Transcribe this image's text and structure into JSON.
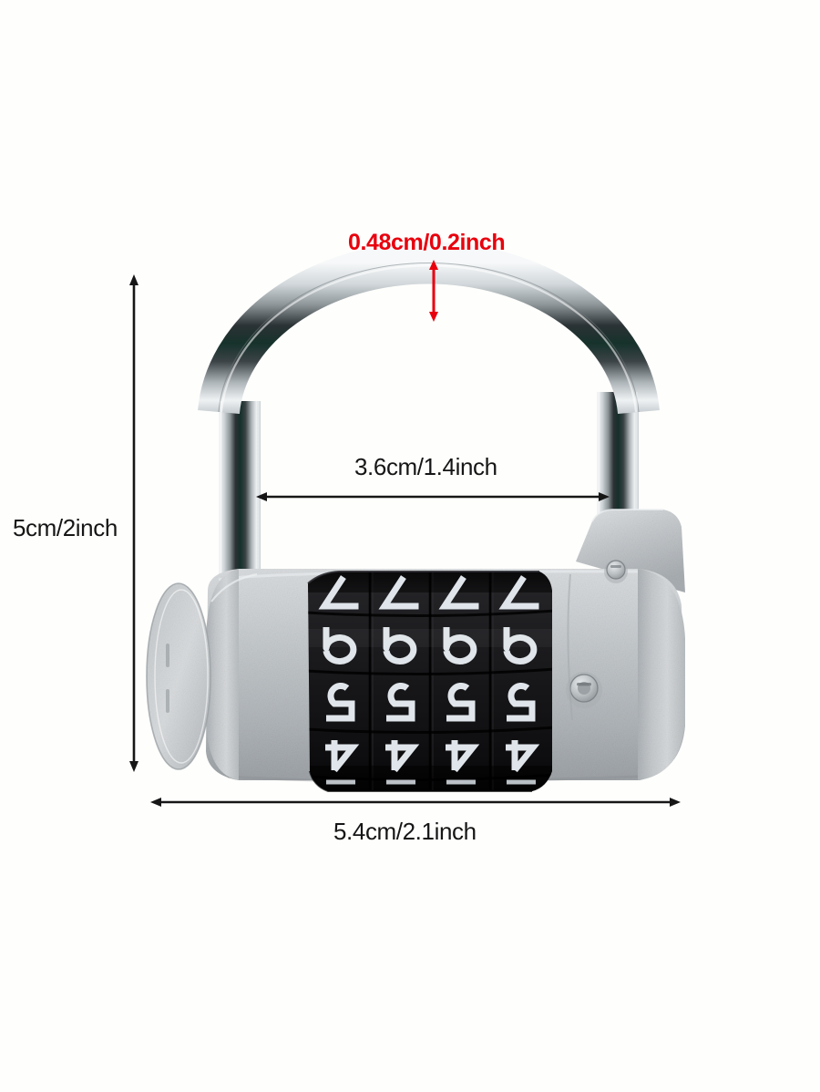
{
  "image": {
    "subject": "combination padlock",
    "background_color": "#fefefc"
  },
  "dimensions": {
    "shackle_thickness": {
      "label": "0.48cm/0.2inch",
      "color": "#e8000d",
      "orientation": "vertical",
      "measures": "shackle bar thickness"
    },
    "inner_width": {
      "label": "3.6cm/1.4inch",
      "color": "#161616",
      "orientation": "horizontal",
      "measures": "inner clearance of shackle"
    },
    "height": {
      "label": "5cm/2inch",
      "color": "#161616",
      "orientation": "vertical",
      "measures": "overall height"
    },
    "overall_width": {
      "label": "5.4cm/2.1inch",
      "color": "#161616",
      "orientation": "horizontal",
      "measures": "overall body width"
    }
  },
  "product": {
    "shackle_color": "#c9ced2",
    "body_color": "#c2c6c9",
    "dial_color": "#1c1c1e",
    "digit_color": "#e6eaee",
    "dial_count": 4,
    "dial_rows": [
      {
        "digit": "7",
        "partial": true
      },
      {
        "digit": "9",
        "partial": false
      },
      {
        "digit": "5",
        "partial": false
      },
      {
        "digit": "4",
        "partial": false
      }
    ],
    "dial_columns": [
      "7954",
      "7954",
      "7954",
      "7954"
    ],
    "screws": 2
  }
}
